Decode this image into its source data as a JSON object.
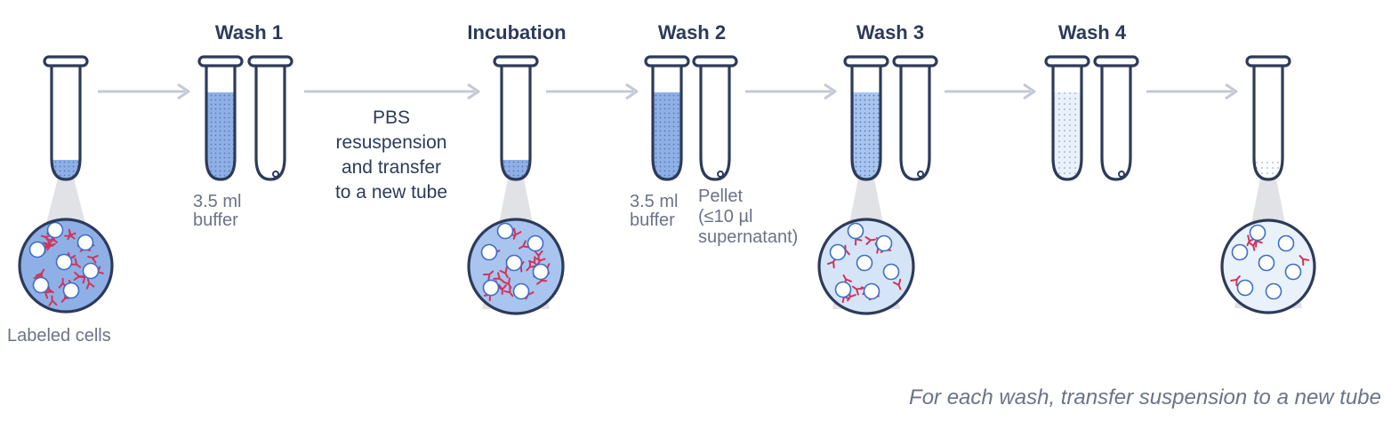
{
  "stages": {
    "wash1": "Wash 1",
    "incubation": "Incubation",
    "wash2": "Wash 2",
    "wash3": "Wash 3",
    "wash4": "Wash 4"
  },
  "labels": {
    "labeled_cells": "Labeled cells",
    "buffer1_line1": "3.5 ml",
    "buffer1_line2": "buffer",
    "pbs_line1": "PBS",
    "pbs_line2": "resuspension",
    "pbs_line3": "and transfer",
    "pbs_line4": "to a new tube",
    "buffer2_line1": "3.5 ml",
    "buffer2_line2": "buffer",
    "pellet_line1": "Pellet",
    "pellet_line2": "(≤10 µl",
    "pellet_line3": "supernatant)"
  },
  "footer_note": "For each wash, transfer suspension to a new tube",
  "colors": {
    "outline": "#2d3b5a",
    "fill_dark": "#8fb0e6",
    "fill_medium": "#a9c4ee",
    "fill_light": "#d6e4f7",
    "fill_pale": "#e9f1fa",
    "antibody": "#d0345c",
    "arrow": "#c5c9d6",
    "cone": "#e1e2e6"
  }
}
